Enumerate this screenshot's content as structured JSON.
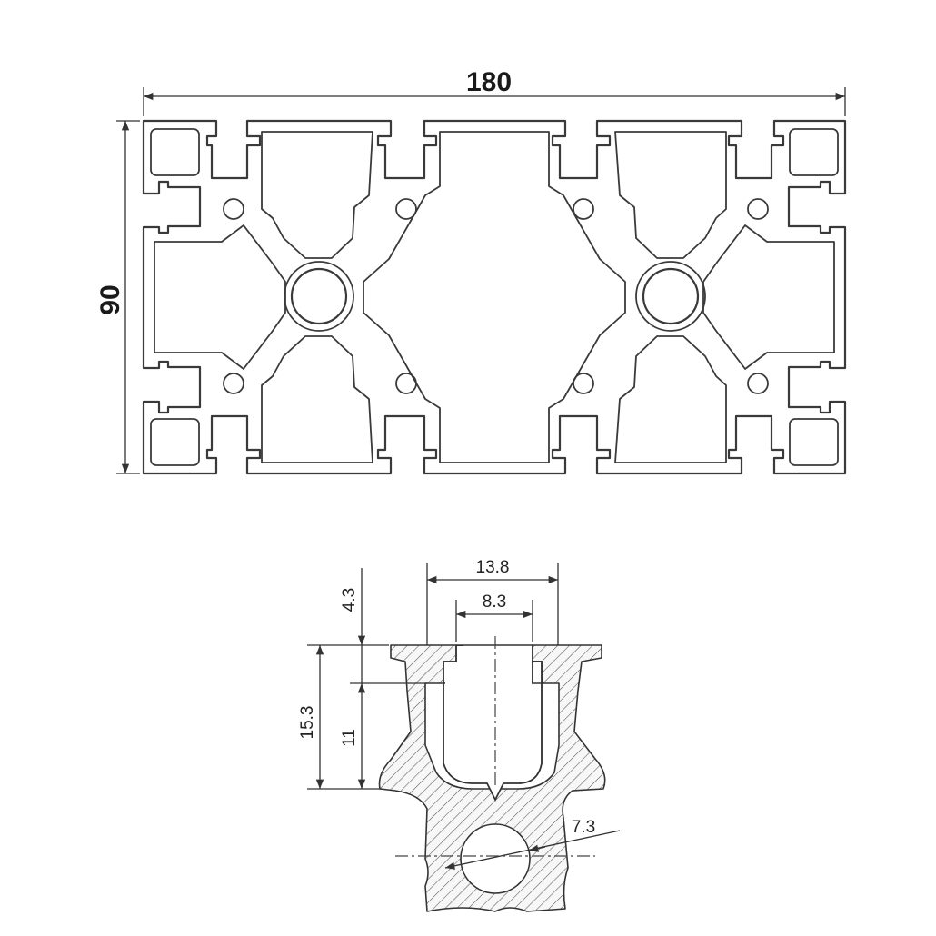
{
  "profile": {
    "width_label": "180",
    "height_label": "90"
  },
  "slot_detail": {
    "opening_outer_label": "13.8",
    "opening_inner_label": "8.3",
    "lip_depth_label": "4.3",
    "slot_depth_label": "15.3",
    "inner_depth_label": "11",
    "core_diameter_label": "7.3"
  },
  "colors": {
    "line": "#3a3a3a",
    "hatch": "#555555",
    "background": "#ffffff"
  }
}
